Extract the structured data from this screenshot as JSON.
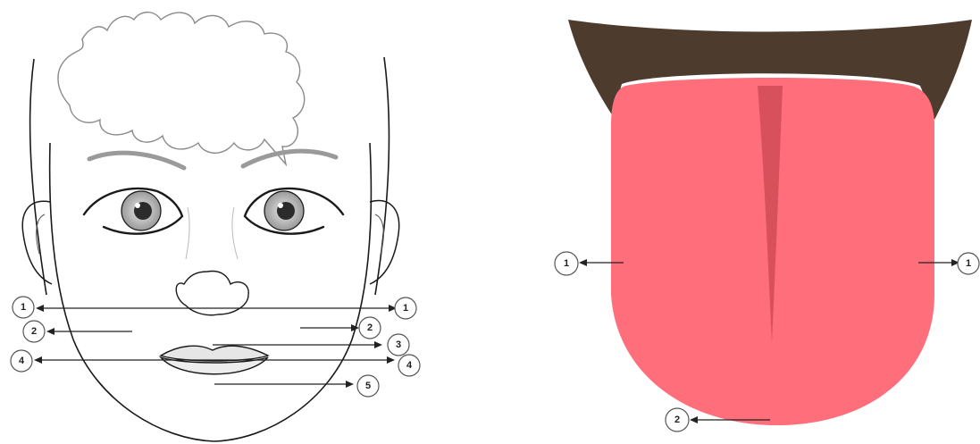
{
  "colors": {
    "face_outline": "#1a1a1a",
    "hair_outline": "#8a8a8a",
    "eyebrow": "#9a9a9a",
    "iris": "#c8c8c8",
    "pupil": "#2b2b2b",
    "lip": "#e6e6e6",
    "tongue": "#ff6f7b",
    "tongue_groove": "#d9505d",
    "mouth_roof": "#4d3b2d",
    "label_circle_stroke": "#555555"
  },
  "face_callouts": [
    {
      "id": "face-left-1",
      "label": "1"
    },
    {
      "id": "face-left-2",
      "label": "2"
    },
    {
      "id": "face-left-4",
      "label": "4"
    },
    {
      "id": "face-right-1",
      "label": "1"
    },
    {
      "id": "face-right-2",
      "label": "2"
    },
    {
      "id": "face-right-3",
      "label": "3"
    },
    {
      "id": "face-right-4",
      "label": "4"
    },
    {
      "id": "face-right-5",
      "label": "5"
    }
  ],
  "tongue_callouts": [
    {
      "id": "tongue-left-1",
      "label": "1"
    },
    {
      "id": "tongue-right-1",
      "label": "1"
    },
    {
      "id": "tongue-bottom-2",
      "label": "2"
    }
  ]
}
